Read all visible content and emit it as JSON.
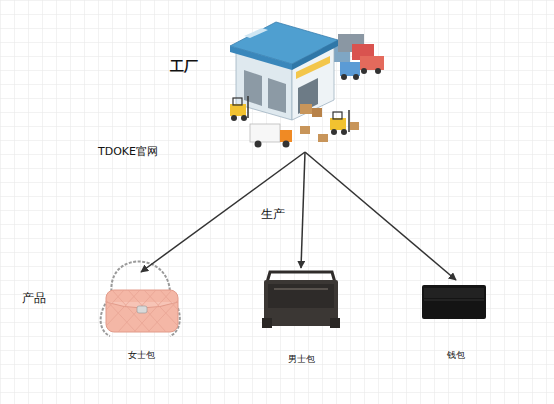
{
  "diagram": {
    "nodes": [
      {
        "text": [
          "工厂"
        ]
      },
      {
        "text": [
          "女士包"
        ]
      },
      {
        "text": [
          "男士包"
        ]
      },
      {
        "text": [
          "钱包"
        ]
      }
    ],
    "edges": [
      {
        "from": 0,
        "to": 1,
        "arrow": "to"
      },
      {
        "from": 0,
        "to": 2,
        "label": "生产",
        "arrow": "to"
      },
      {
        "from": 0,
        "to": 3,
        "arrow": "to"
      }
    ],
    "labels": [
      "TDOKE官网",
      "产品"
    ]
  }
}
